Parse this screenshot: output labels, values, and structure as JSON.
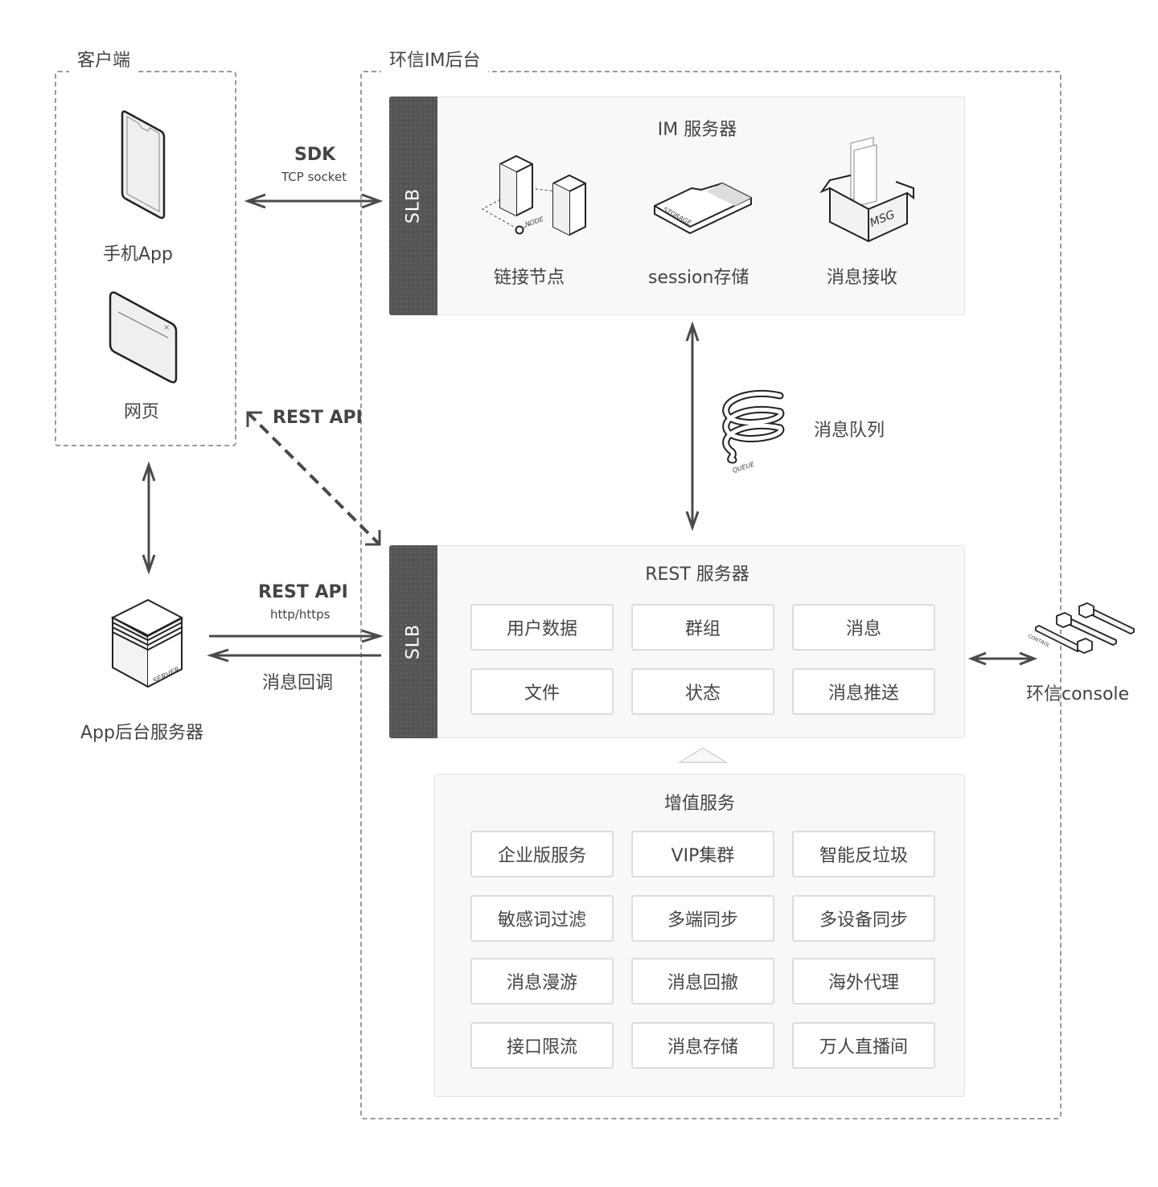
{
  "client_group": {
    "title": "客户端",
    "items": [
      {
        "label": "手机App",
        "icon": "smartphone-icon"
      },
      {
        "label": "网页",
        "icon": "browser-window-icon"
      }
    ]
  },
  "backend_group": {
    "title": "环信IM后台"
  },
  "connections": {
    "sdk": {
      "title": "SDK",
      "subtitle": "TCP socket"
    },
    "rest_api_client": {
      "title": "REST API"
    },
    "rest_api_server": {
      "title": "REST API",
      "subtitle": "http/https"
    },
    "callback": {
      "label": "消息回调"
    },
    "queue": {
      "label": "消息队列",
      "icon_text": "QUEUE"
    }
  },
  "app_server": {
    "label": "App后台服务器",
    "icon_text": "SERVER"
  },
  "im_server": {
    "slb_label": "SLB",
    "title": "IM 服务器",
    "components": [
      {
        "label": "链接节点",
        "icon": "node-cluster-icon",
        "icon_text": "NODE"
      },
      {
        "label": "session存储",
        "icon": "storage-card-icon",
        "icon_text": "STORAGE"
      },
      {
        "label": "消息接收",
        "icon": "message-box-icon",
        "icon_text": "MSG"
      }
    ]
  },
  "rest_server": {
    "slb_label": "SLB",
    "title": "REST 服务器",
    "modules": [
      "用户数据",
      "群组",
      "消息",
      "文件",
      "状态",
      "消息推送"
    ]
  },
  "value_added": {
    "title": "增值服务",
    "services": [
      "企业版服务",
      "VIP集群",
      "智能反垃圾",
      "敏感词过滤",
      "多端同步",
      "多设备同步",
      "消息漫游",
      "消息回撤",
      "海外代理",
      "接口限流",
      "消息存储",
      "万人直播间"
    ]
  },
  "console": {
    "label": "环信console",
    "icon_text": "CONTROL"
  },
  "colors": {
    "text": "#444444",
    "slb": "#555555",
    "panel_bg": "#f8f8f8",
    "panel_border": "#e2e2e2",
    "dashed_border": "#9a9a9a",
    "arrow": "#4a4a4a"
  }
}
